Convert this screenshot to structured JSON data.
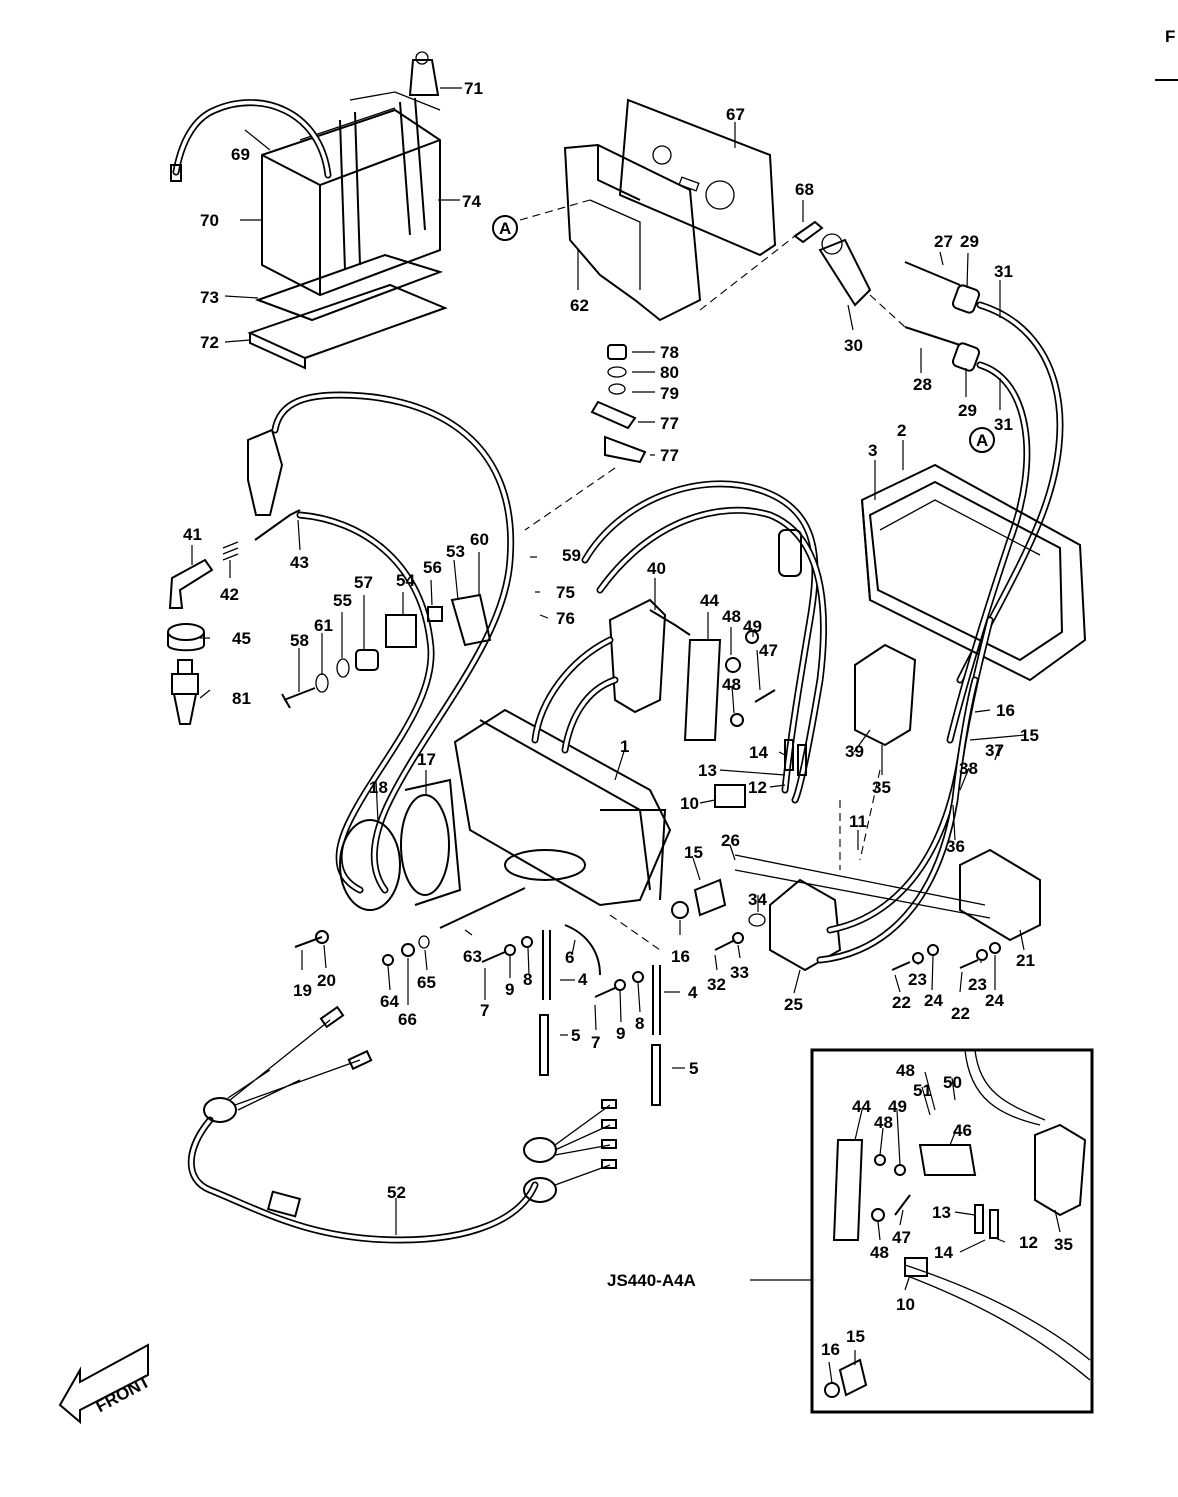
{
  "corner_marks": {
    "top_right_char": "F"
  },
  "variant_label": "JS440-A4A",
  "front_label": "FRONT",
  "ref_mark": "A",
  "callouts": [
    {
      "id": "c71",
      "text": "71"
    },
    {
      "id": "c69",
      "text": "69"
    },
    {
      "id": "c70",
      "text": "70"
    },
    {
      "id": "c74",
      "text": "74"
    },
    {
      "id": "c73",
      "text": "73"
    },
    {
      "id": "c72",
      "text": "72"
    },
    {
      "id": "c67",
      "text": "67"
    },
    {
      "id": "c68",
      "text": "68"
    },
    {
      "id": "c62",
      "text": "62"
    },
    {
      "id": "c27",
      "text": "27"
    },
    {
      "id": "c29a",
      "text": "29"
    },
    {
      "id": "c31a",
      "text": "31"
    },
    {
      "id": "c30",
      "text": "30"
    },
    {
      "id": "c28",
      "text": "28"
    },
    {
      "id": "c29b",
      "text": "29"
    },
    {
      "id": "c31b",
      "text": "31"
    },
    {
      "id": "c78",
      "text": "78"
    },
    {
      "id": "c80",
      "text": "80"
    },
    {
      "id": "c79",
      "text": "79"
    },
    {
      "id": "c77a",
      "text": "77"
    },
    {
      "id": "c77b",
      "text": "77"
    },
    {
      "id": "c3",
      "text": "3"
    },
    {
      "id": "c2",
      "text": "2"
    },
    {
      "id": "c41",
      "text": "41"
    },
    {
      "id": "c42",
      "text": "42"
    },
    {
      "id": "c43",
      "text": "43"
    },
    {
      "id": "c60",
      "text": "60"
    },
    {
      "id": "c53",
      "text": "53"
    },
    {
      "id": "c59",
      "text": "59"
    },
    {
      "id": "c40",
      "text": "40"
    },
    {
      "id": "c57",
      "text": "57"
    },
    {
      "id": "c54",
      "text": "54"
    },
    {
      "id": "c56",
      "text": "56"
    },
    {
      "id": "c55",
      "text": "55"
    },
    {
      "id": "c75",
      "text": "75"
    },
    {
      "id": "c76",
      "text": "76"
    },
    {
      "id": "c44a",
      "text": "44"
    },
    {
      "id": "c48a",
      "text": "48"
    },
    {
      "id": "c49a",
      "text": "49"
    },
    {
      "id": "c47a",
      "text": "47"
    },
    {
      "id": "c48b",
      "text": "48"
    },
    {
      "id": "c45",
      "text": "45"
    },
    {
      "id": "c58",
      "text": "58"
    },
    {
      "id": "c61",
      "text": "61"
    },
    {
      "id": "c81",
      "text": "81"
    },
    {
      "id": "c16a",
      "text": "16"
    },
    {
      "id": "c15a",
      "text": "15"
    },
    {
      "id": "c37",
      "text": "37"
    },
    {
      "id": "c1",
      "text": "1"
    },
    {
      "id": "c14a",
      "text": "14"
    },
    {
      "id": "c13a",
      "text": "13"
    },
    {
      "id": "c12a",
      "text": "12"
    },
    {
      "id": "c39",
      "text": "39"
    },
    {
      "id": "c35a",
      "text": "35"
    },
    {
      "id": "c38",
      "text": "38"
    },
    {
      "id": "c17",
      "text": "17"
    },
    {
      "id": "c18",
      "text": "18"
    },
    {
      "id": "c10a",
      "text": "10"
    },
    {
      "id": "c11",
      "text": "11"
    },
    {
      "id": "c36",
      "text": "36"
    },
    {
      "id": "c26",
      "text": "26"
    },
    {
      "id": "c15b",
      "text": "15"
    },
    {
      "id": "c34",
      "text": "34"
    },
    {
      "id": "c16b",
      "text": "16"
    },
    {
      "id": "c19",
      "text": "19"
    },
    {
      "id": "c20",
      "text": "20"
    },
    {
      "id": "c63",
      "text": "63"
    },
    {
      "id": "c64",
      "text": "64"
    },
    {
      "id": "c65",
      "text": "65"
    },
    {
      "id": "c66",
      "text": "66"
    },
    {
      "id": "c7a",
      "text": "7"
    },
    {
      "id": "c9a",
      "text": "9"
    },
    {
      "id": "c8a",
      "text": "8"
    },
    {
      "id": "c6",
      "text": "6"
    },
    {
      "id": "c4a",
      "text": "4"
    },
    {
      "id": "c4b",
      "text": "4"
    },
    {
      "id": "c7b",
      "text": "7"
    },
    {
      "id": "c9b",
      "text": "9"
    },
    {
      "id": "c8b",
      "text": "8"
    },
    {
      "id": "c5a",
      "text": "5"
    },
    {
      "id": "c5b",
      "text": "5"
    },
    {
      "id": "c32",
      "text": "32"
    },
    {
      "id": "c33",
      "text": "33"
    },
    {
      "id": "c25",
      "text": "25"
    },
    {
      "id": "c22a",
      "text": "22"
    },
    {
      "id": "c23a",
      "text": "23"
    },
    {
      "id": "c24a",
      "text": "24"
    },
    {
      "id": "c22b",
      "text": "22"
    },
    {
      "id": "c23b",
      "text": "23"
    },
    {
      "id": "c24b",
      "text": "24"
    },
    {
      "id": "c21",
      "text": "21"
    },
    {
      "id": "c52",
      "text": "52"
    },
    {
      "id": "c48c",
      "text": "48"
    },
    {
      "id": "c50",
      "text": "50"
    },
    {
      "id": "c51",
      "text": "51"
    },
    {
      "id": "c44b",
      "text": "44"
    },
    {
      "id": "c48d",
      "text": "48"
    },
    {
      "id": "c49b",
      "text": "49"
    },
    {
      "id": "c46",
      "text": "46"
    },
    {
      "id": "c13b",
      "text": "13"
    },
    {
      "id": "c12b",
      "text": "12"
    },
    {
      "id": "c35b",
      "text": "35"
    },
    {
      "id": "c48e",
      "text": "48"
    },
    {
      "id": "c47b",
      "text": "47"
    },
    {
      "id": "c14b",
      "text": "14"
    },
    {
      "id": "c10b",
      "text": "10"
    },
    {
      "id": "c16c",
      "text": "16"
    },
    {
      "id": "c15c",
      "text": "15"
    }
  ]
}
